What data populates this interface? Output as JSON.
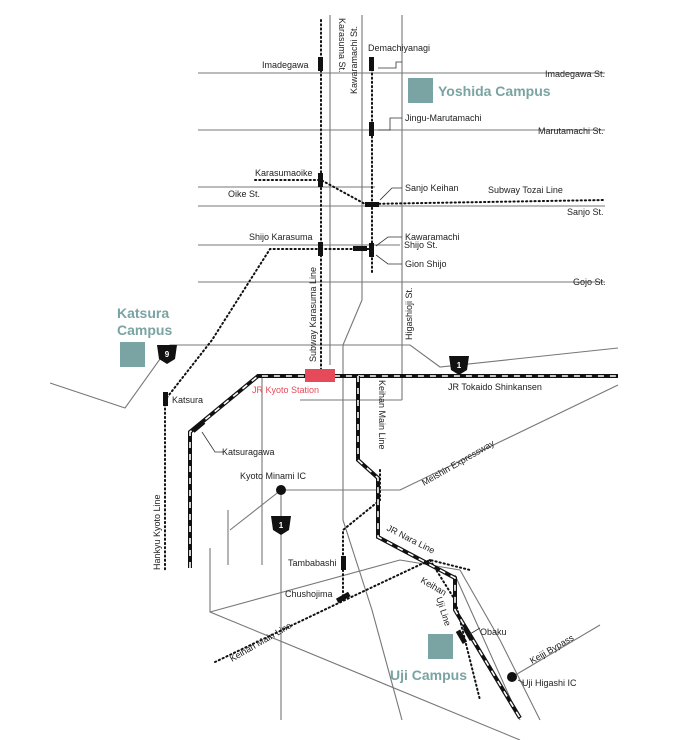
{
  "colors": {
    "road": "#777777",
    "rail": "#111111",
    "campus": "#7aa3a3",
    "jr_station": "#e5495a",
    "text": "#222222"
  },
  "campuses": {
    "yoshida": "Yoshida Campus",
    "katsura_line1": "Katsura",
    "katsura_line2": "Campus",
    "uji": "Uji Campus"
  },
  "streets": {
    "imadegawa": "Imadegawa St.",
    "marutamachi": "Marutamachi St.",
    "oike": "Oike St.",
    "sanjo": "Sanjo St.",
    "shijo": "Shijo St.",
    "gojo": "Gojo St.",
    "karasuma": "Karasuma St.",
    "kawaramachi": "Kawaramachi St.",
    "higashioji": "Higashioji St."
  },
  "lines": {
    "subway_tozai": "Subway Tozai Line",
    "subway_karasuma": "Subway Karasuma Line",
    "keihan_main_north": "Keihan Main Line",
    "keihan_main_south": "Keihan Main Line",
    "jr_tokaido": "JR Tokaido Shinkansen",
    "meishin": "Meishin Expressway",
    "jr_nara": "JR Nara Line",
    "keihan_uji_1": "Keihan",
    "keihan_uji_2": "Uji Line",
    "hankyu_kyoto": "Hankyu Kyoto Line",
    "keiji_bypass": "Keiji Bypass"
  },
  "stations": {
    "imadegawa": "Imadegawa",
    "demachiyanagi": "Demachiyanagi",
    "jingu_marutamachi": "Jingu-Marutamachi",
    "karasumaoike": "Karasumaoike",
    "sanjo_keihan": "Sanjo Keihan",
    "shijo_karasuma": "Shijo Karasuma",
    "kawaramachi": "Kawaramachi",
    "gion_shijo": "Gion Shijo",
    "jr_kyoto": "JR Kyoto Station",
    "katsura": "Katsura",
    "katsuragawa": "Katsuragawa",
    "kyoto_minami_ic": "Kyoto Minami IC",
    "tambabashi": "Tambabashi",
    "chushojima": "Chushojima",
    "obaku": "Obaku",
    "uji_higashi_ic": "Uji Higashi IC"
  },
  "route_shields": {
    "route9": "9",
    "route1_north": "1",
    "route1_south": "1"
  }
}
